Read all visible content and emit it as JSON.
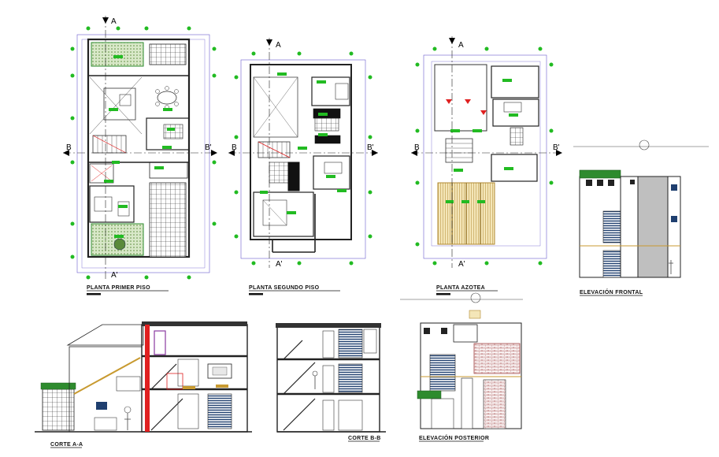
{
  "titles": {
    "plan1": "PLANTA PRIMER PISO",
    "plan2": "PLANTA SEGUNDO PISO",
    "plan3": "PLANTA AZOTEA",
    "elev_front": "ELEVACIÓN FRONTAL",
    "section_aa": "CORTE A-A",
    "section_bb": "CORTE B-B",
    "elev_rear": "ELEVACIÓN POSTERIOR"
  },
  "axis": {
    "a": "A",
    "a_prime": "A'",
    "b": "B",
    "b_prime": "B'"
  },
  "colors": {
    "line": "#333333",
    "green": "#22bb22",
    "dim": "#6a5acd",
    "red": "#e02020",
    "hatch": "#888888",
    "plant": "#2e8b2e"
  }
}
